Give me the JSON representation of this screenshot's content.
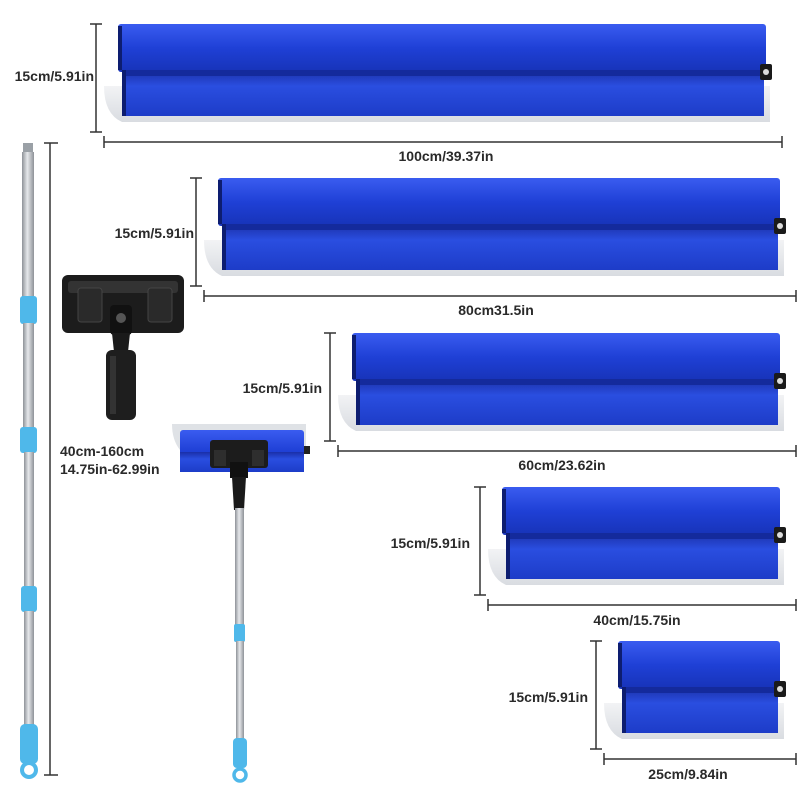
{
  "palette": {
    "blade_blue": "#1e3fd0",
    "blade_blue_dark": "#132a9a",
    "blade_blue_light": "#4a6bf0",
    "steel_edge": "#e4e6ea",
    "handle_black": "#1d1d1d",
    "pole_steel": "#b9bcc2",
    "clamp_cyan": "#4fb8ea",
    "dimension_line": "#333333"
  },
  "blades": [
    {
      "width_label": "100cm/39.37in",
      "height_label": "15cm/5.91in"
    },
    {
      "width_label": "80cm31.5in",
      "height_label": "15cm/5.91in"
    },
    {
      "width_label": "60cm/23.62in",
      "height_label": "15cm/5.91in"
    },
    {
      "width_label": "40cm/15.75in",
      "height_label": "15cm/5.91in"
    },
    {
      "width_label": "25cm/9.84in",
      "height_label": "15cm/5.91in"
    }
  ],
  "pole": {
    "length_label_cm": "40cm-160cm",
    "length_label_in": "14.75in-62.99in"
  },
  "icons": [
    "telescopic-pole-icon",
    "handle-adapter-icon",
    "assembled-tool-icon",
    "skimming-blade-icon"
  ]
}
